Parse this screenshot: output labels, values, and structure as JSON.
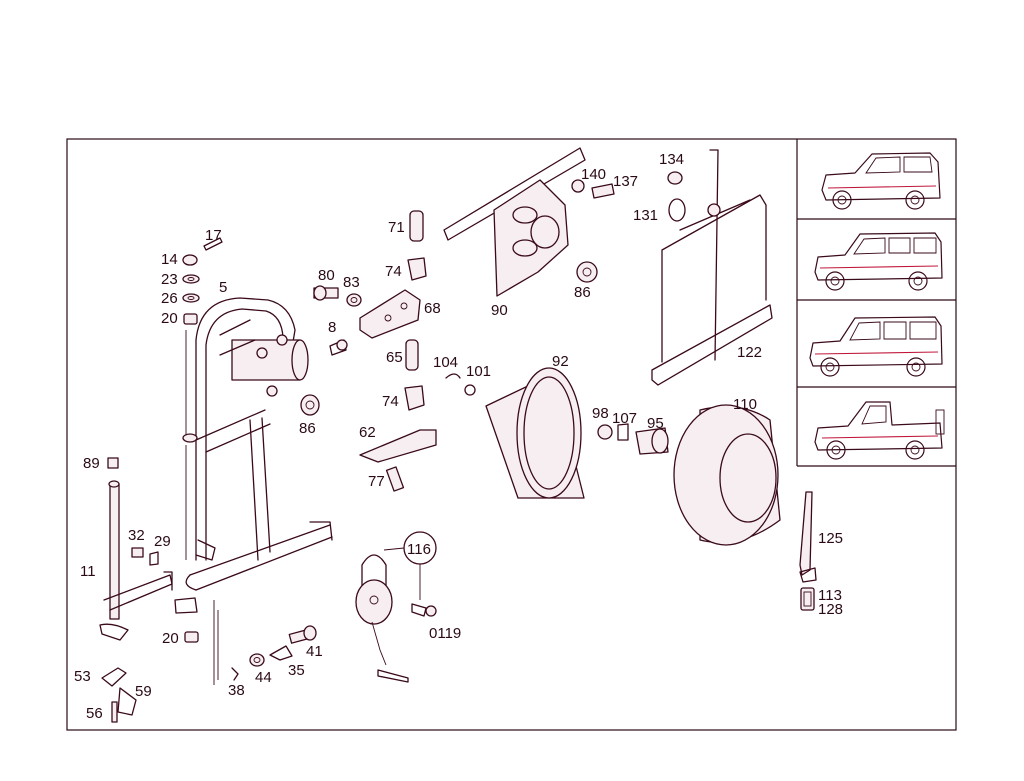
{
  "diagram": {
    "part_labels": {
      "p5": "5",
      "p8": "8",
      "p11": "11",
      "p14": "14",
      "p17": "17",
      "p20a": "20",
      "p20b": "20",
      "p23": "23",
      "p26": "26",
      "p29": "29",
      "p32": "32",
      "p35": "35",
      "p38": "38",
      "p41": "41",
      "p44": "44",
      "p53": "53",
      "p56": "56",
      "p59": "59",
      "p62": "62",
      "p65": "65",
      "p68": "68",
      "p71": "71",
      "p74a": "74",
      "p74b": "74",
      "p77": "77",
      "p80": "80",
      "p83": "83",
      "p86a": "86",
      "p86b": "86",
      "p89": "89",
      "p90": "90",
      "p92": "92",
      "p95": "95",
      "p98": "98",
      "p101": "101",
      "p104": "104",
      "p107": "107",
      "p110": "110",
      "p113": "113",
      "p116": "116",
      "p119": "0119",
      "p122": "122",
      "p125": "125",
      "p128": "128",
      "p131": "131",
      "p134": "134",
      "p137": "137",
      "p140": "140"
    },
    "colors": {
      "line": "#3a0a1c",
      "accent": "#c0183c",
      "frame": "#2a0a14"
    }
  }
}
